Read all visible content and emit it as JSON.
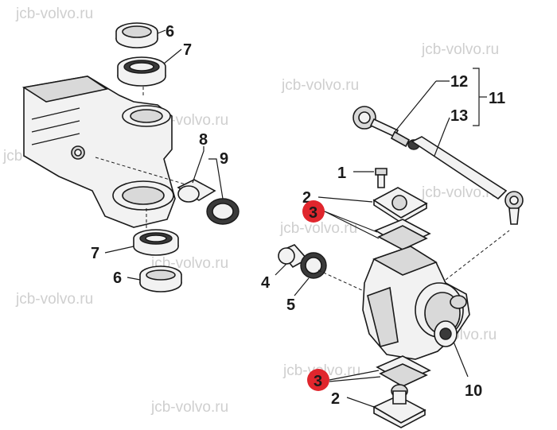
{
  "watermark": "jcb-volvo.ru",
  "callouts": {
    "c6_top": "6",
    "c7_top": "7",
    "c8": "8",
    "c9": "9",
    "c7_bottom": "7",
    "c6_bottom": "6",
    "c12": "12",
    "c11": "11",
    "c13": "13",
    "c1": "1",
    "c2_top": "2",
    "c3_top": "3",
    "c4": "4",
    "c5": "5",
    "c10": "10",
    "c3_bottom": "3",
    "c2_bottom": "2"
  },
  "highlight_color": "#e0262d"
}
